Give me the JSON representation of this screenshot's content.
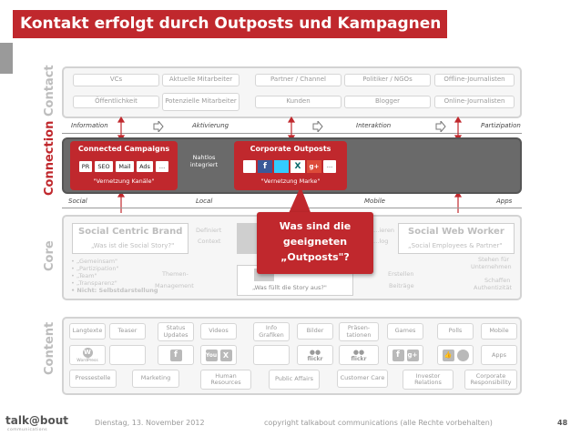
{
  "title": "Kontakt erfolgt durch Outposts und Kampagnen",
  "layers": {
    "contact": "Contact",
    "connection": "Connection",
    "core": "Core",
    "content": "Content"
  },
  "contact_row1": [
    "VCs",
    "Aktuelle Mitarbeiter",
    "Partner / Channel",
    "Politiker / NGOs",
    "Offline-Journalisten"
  ],
  "contact_row2": [
    "Öffentlichkeit",
    "Potenzielle Mitarbeiter",
    "Kunden",
    "Blogger",
    "Online-Journalisten"
  ],
  "flow_top": [
    "Information",
    "Aktivierung",
    "Interaktion",
    "Partizipation"
  ],
  "connection": {
    "campaigns_title": "Connected Campaigns",
    "campaigns_chips": [
      "PR",
      "SEO",
      "Mail",
      "Ads",
      "…"
    ],
    "campaigns_sub": "\"Vernetzung Kanäle\"",
    "middle": "Nahtlos integriert",
    "outposts_title": "Corporate Outposts",
    "outposts_sub": "\"Vernetzung Marke\""
  },
  "flow_bottom": [
    "Social",
    "Local",
    "Mobile",
    "Apps"
  ],
  "core": {
    "left_title": "Social Centric Brand",
    "left_sub": "„Was ist die Social Story?\"",
    "definiert": "Definiert",
    "context": "Context",
    "right_title": "Social Web Worker",
    "right_sub": "„Social Employees & Partner\"",
    "gebieren": "…ieren",
    "erfolg": "…log",
    "bullets": [
      "• „Gemeinsam\"",
      "• „Partizipation\"",
      "• „Team\"",
      "• „Transparenz\"",
      "• Nicht: Selbstdarstellung"
    ],
    "themen": "Themen-",
    "management": "Management",
    "center_box_sub": "„Was füllt die Story aus?\"",
    "erstellen": "Erstellen",
    "beitraege": "Beiträge",
    "stehen1": "Stehen für",
    "stehen2": "Unternehmen",
    "schaffen1": "Schaffen",
    "schaffen2": "Authentizität"
  },
  "callout": [
    "Was sind die",
    "geeigneten",
    "„Outposts\"?"
  ],
  "content_row1": [
    "Langtexte",
    "Teaser",
    "Status Updates",
    "Videos",
    "Info Grafiken",
    "Bilder",
    "Präsen-tationen",
    "Games",
    "Polls",
    "Mobile"
  ],
  "content_icons": {
    "wordpress": "WordPress",
    "flickr1": "flickr",
    "flickr2": "flickr",
    "apps": "Apps"
  },
  "content_row3": [
    "Pressestelle",
    "Marketing",
    "Human Resources",
    "Public Affairs",
    "Customer Care",
    "Investor Relations",
    "Corporate Responsibility"
  ],
  "footer": {
    "logo": "talk@bout",
    "logo_sub": "communications",
    "date": "Dienstag, 13. November 2012",
    "copyright": "copyright talkabout communications (alle Rechte vorbehalten)",
    "page": "48"
  },
  "colors": {
    "brand_red": "#c0282d",
    "dark_grey": "#6a6a6a"
  }
}
